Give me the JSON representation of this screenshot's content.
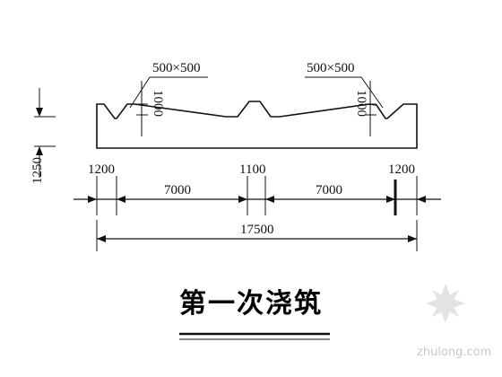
{
  "annotations": {
    "chamfer_left": "500×500",
    "chamfer_right": "500×500",
    "height_left": "1000",
    "height_right": "1000",
    "vertical_total": "1250"
  },
  "dimensions": {
    "seg1": "1200",
    "seg2": "7000",
    "seg3": "1100",
    "seg4": "7000",
    "seg5": "1200",
    "total": "17500"
  },
  "title": "第一次浇筑",
  "watermark": "zhulong.com",
  "colors": {
    "line": "#111111",
    "background": "#ffffff",
    "watermark": "#c9c9c9"
  }
}
